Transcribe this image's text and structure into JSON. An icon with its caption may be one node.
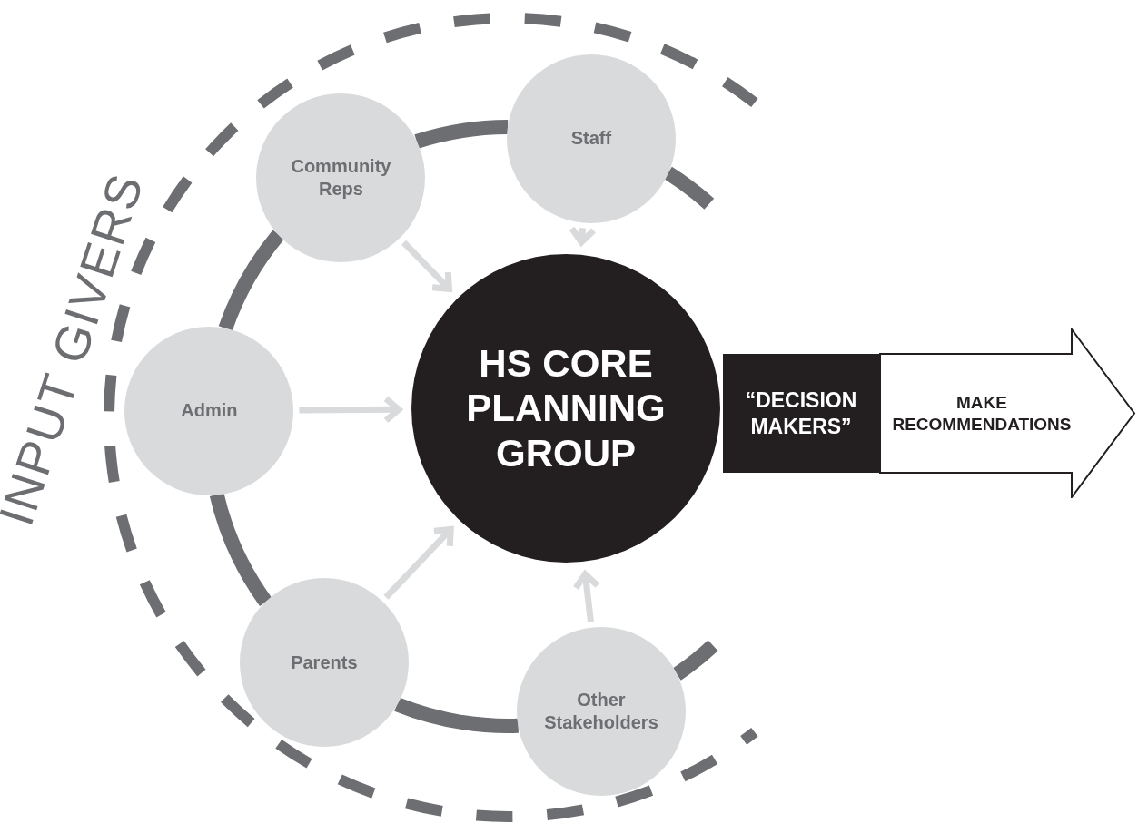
{
  "diagram": {
    "nodes": [
      {
        "text": [
          "HS CORE PLANNING GROUP"
        ]
      },
      {
        "text": [
          "Community Reps"
        ]
      },
      {
        "text": [
          "Staff"
        ]
      },
      {
        "text": [
          "Admin"
        ]
      },
      {
        "text": [
          "Parents"
        ]
      },
      {
        "text": [
          "Other Stakeholders"
        ]
      },
      {
        "text": [
          "“DECISION MAKERS”"
        ]
      },
      {
        "text": [
          "MAKE RECOMMENDATIONS"
        ]
      }
    ],
    "edges": [
      {
        "from": 1,
        "to": 0,
        "arrow": "to",
        "color": "#d9dadb"
      },
      {
        "from": 2,
        "to": 0,
        "arrow": "to",
        "color": "#d9dadb"
      },
      {
        "from": 3,
        "to": 0,
        "arrow": "to",
        "color": "#d9dadb"
      },
      {
        "from": 4,
        "to": 0,
        "arrow": "to",
        "color": "#d9dadb"
      },
      {
        "from": 5,
        "to": 0,
        "arrow": "to",
        "color": "#d9dadb"
      },
      {
        "from": 1,
        "to": 2,
        "arrow": "none",
        "color": "#6d6e71"
      },
      {
        "from": 1,
        "to": 3,
        "arrow": "none",
        "color": "#6d6e71"
      },
      {
        "from": 3,
        "to": 4,
        "arrow": "none",
        "color": "#6d6e71"
      },
      {
        "from": 4,
        "to": 5,
        "arrow": "none",
        "color": "#6d6e71"
      },
      {
        "from": 2,
        "to": null,
        "arrow": "none",
        "color": "#6d6e71"
      },
      {
        "from": 5,
        "to": null,
        "arrow": "none",
        "color": "#6d6e71"
      }
    ],
    "labels": [
      "INPUT GIVERS"
    ]
  }
}
